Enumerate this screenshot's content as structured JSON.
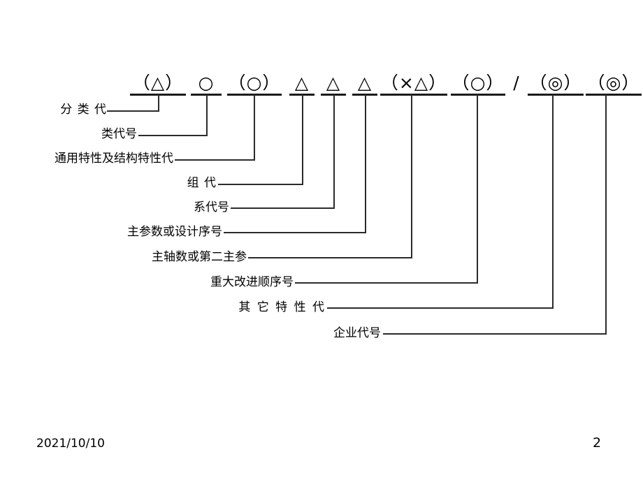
{
  "slide": {
    "background_color": "#ffffff",
    "line_color": "#2b2b2b",
    "text_color": "#000000"
  },
  "code_symbols": [
    {
      "glyph": "（△）",
      "underlined": true
    },
    {
      "glyph": "○",
      "underlined": true
    },
    {
      "glyph": "（○）",
      "underlined": true
    },
    {
      "glyph": "△",
      "underlined": true
    },
    {
      "glyph": "△",
      "underlined": true
    },
    {
      "glyph": "△",
      "underlined": true
    },
    {
      "glyph": "（×△）",
      "underlined": true
    },
    {
      "glyph": "（○）",
      "underlined": true
    },
    {
      "glyph": "/",
      "underlined": false
    },
    {
      "glyph": "（◎）",
      "underlined": true
    },
    {
      "glyph": "（◎）",
      "underlined": true
    }
  ],
  "callouts": [
    {
      "label": "分 类 代"
    },
    {
      "label": "类代号"
    },
    {
      "label": "通用特性及结构特性代"
    },
    {
      "label": "组  代"
    },
    {
      "label": "系代号"
    },
    {
      "label": "主参数或设计序号"
    },
    {
      "label": "主轴数或第二主参"
    },
    {
      "label": "重大改进顺序号"
    },
    {
      "label": "其 它 特 性 代"
    },
    {
      "label": "企业代号"
    }
  ],
  "footer": {
    "date": "2021/10/10",
    "page_number": "2"
  }
}
